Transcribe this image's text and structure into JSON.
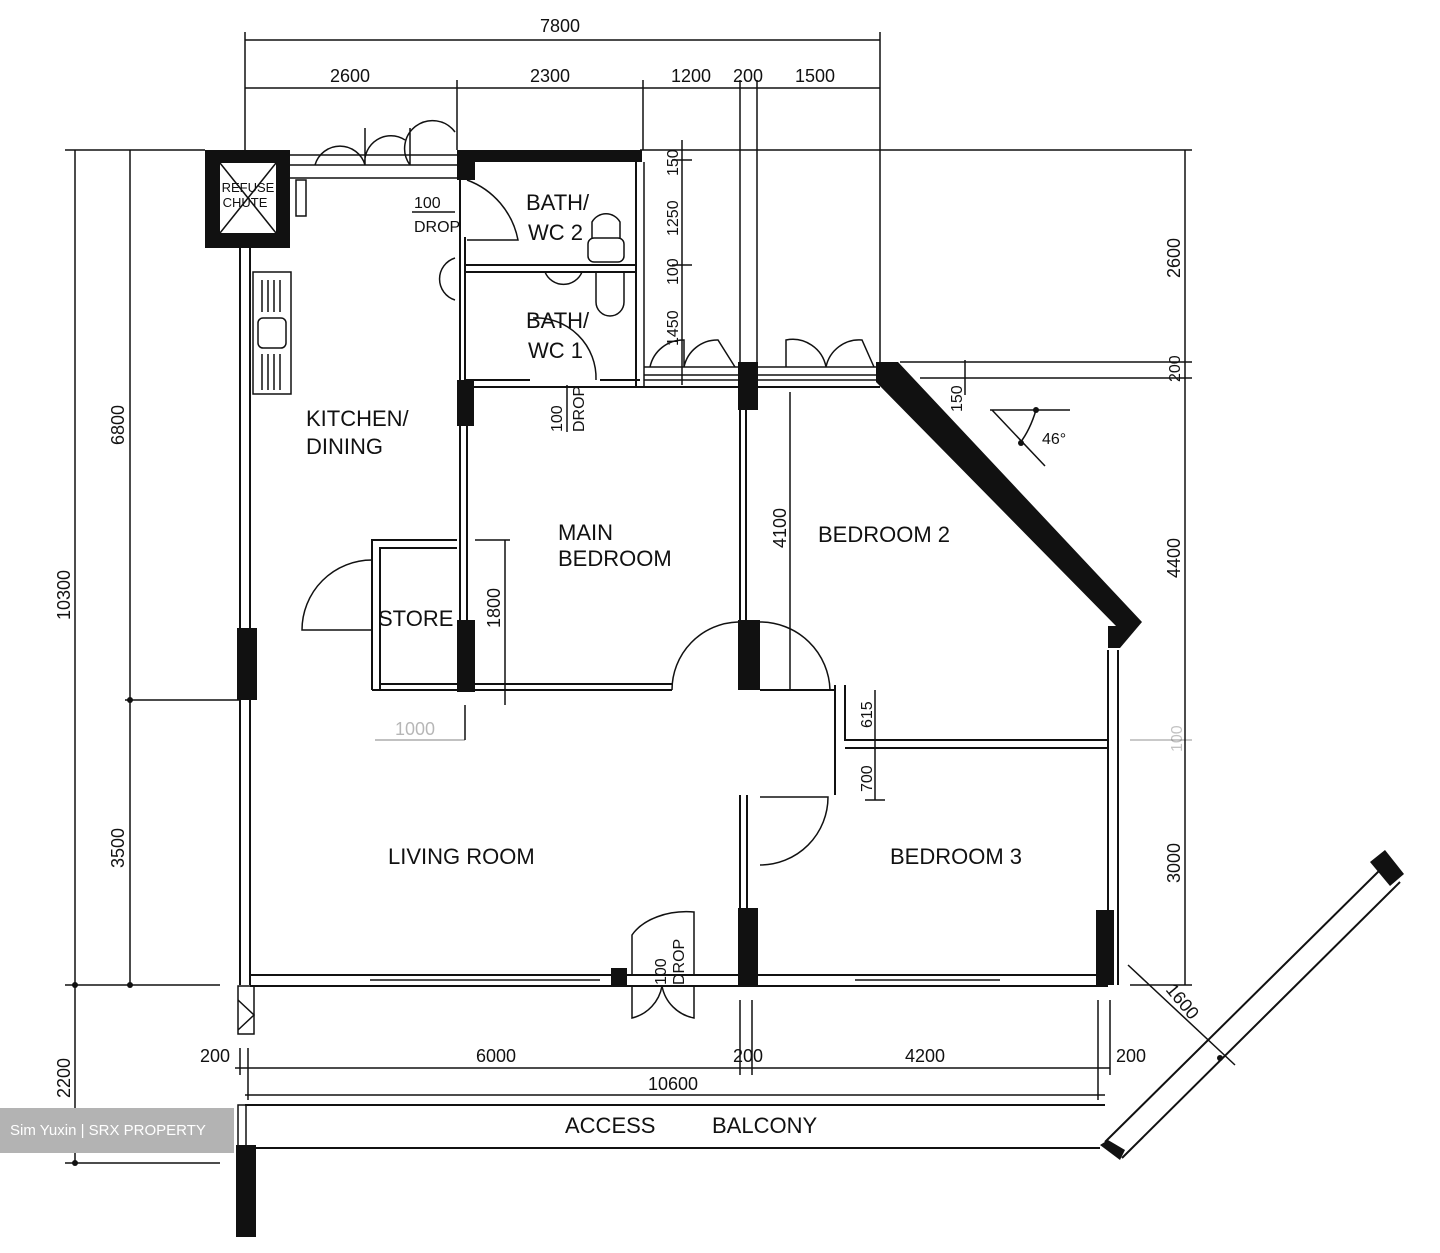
{
  "rooms": {
    "refuse_chute": [
      "REFUSE",
      "CHUTE"
    ],
    "kitchen": [
      "KITCHEN/",
      "DINING"
    ],
    "bath2": [
      "BATH/",
      "WC  2"
    ],
    "bath1": [
      "BATH/",
      "WC  1"
    ],
    "main_bedroom": [
      "MAIN",
      "BEDROOM"
    ],
    "bedroom2": "BEDROOM  2",
    "store": "STORE",
    "living": "LIVING  ROOM",
    "bedroom3": "BEDROOM  3",
    "balcony_access": "ACCESS",
    "balcony": "BALCONY"
  },
  "drops": {
    "kitchen_bath": [
      "100",
      "DROP"
    ],
    "bath1": [
      "100",
      "DROP"
    ],
    "living": [
      "100",
      "DROP"
    ]
  },
  "dimensions": {
    "top_total": "7800",
    "top_segments": [
      "2600",
      "2300",
      "1200",
      "200",
      "1500"
    ],
    "left_total": "10300",
    "left_upper": "6800",
    "left_lower": "3500",
    "left_balcony": "2200",
    "right": [
      "2600",
      "200",
      "4400",
      "3000"
    ],
    "inner_bath": [
      "150",
      "1250",
      "100",
      "1450"
    ],
    "angle_offset": "150",
    "angle": "46°",
    "store_height": "1800",
    "store_width": "1000",
    "bedroom2_wall": "4100",
    "bedroom_passage": [
      "615",
      "700"
    ],
    "bedroom3_side": "100",
    "bottom_segments": [
      "200",
      "6000",
      "200",
      "4200",
      "200"
    ],
    "bottom_total": "10600",
    "balcony_width": "1600"
  },
  "watermark": "Sim Yuxin | SRX PROPERTY"
}
